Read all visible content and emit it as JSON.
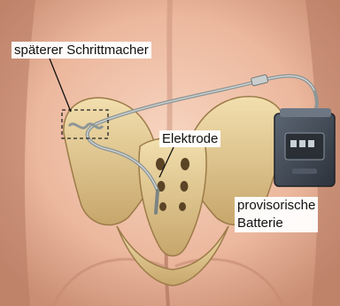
{
  "labels": {
    "pacemaker": "späterer Schrittmacher",
    "electrode": "Elektrode",
    "battery_line1": "provisorische",
    "battery_line2": "Batterie"
  },
  "colors": {
    "skin": "#eab79e",
    "bone": "#dcc088",
    "device": "#3f4753",
    "cable": "#9aa0a0"
  }
}
